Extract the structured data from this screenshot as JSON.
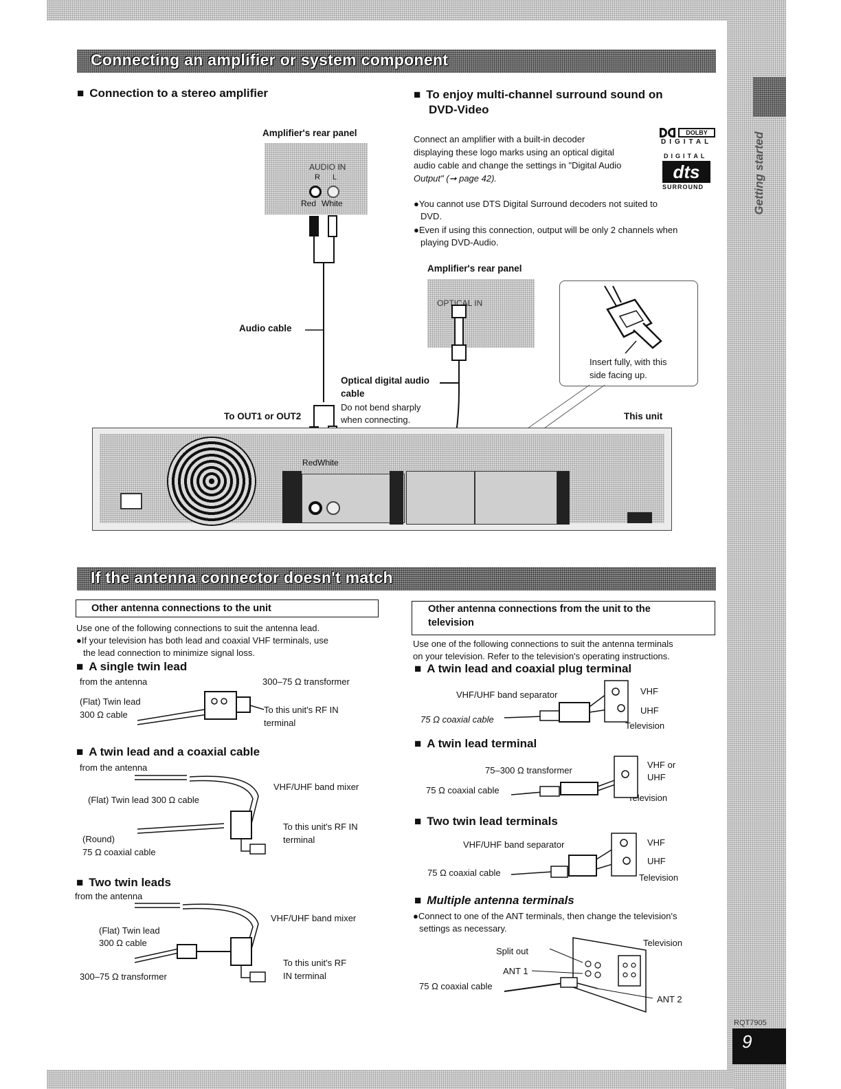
{
  "section1": {
    "banner": "Connecting an amplifier or system component",
    "stereo_heading": "Connection to a stereo amplifier",
    "amp_rear_panel": "Amplifier's rear panel",
    "audio_in": "AUDIO IN",
    "r": "R",
    "l": "L",
    "red": "Red",
    "white": "White",
    "audio_cable": "Audio cable",
    "to_out": "To OUT1 or OUT2",
    "optical_cable_line1": "Optical digital audio",
    "optical_cable_line2": "cable",
    "do_not_bend_line1": "Do not bend sharply",
    "do_not_bend_line2": "when connecting.",
    "this_unit": "This unit",
    "surround_heading_line1": "To enjoy multi-channel surround sound on",
    "surround_heading_line2": "DVD-Video",
    "surround_para": [
      "Connect an amplifier with a built-in decoder",
      "displaying these logo marks using an optical digital",
      "audio cable and change the settings in \"Digital Audio",
      "Output\" (➞ page 42)."
    ],
    "bullets": [
      [
        "You cannot use DTS Digital Surround decoders not suited to",
        "DVD."
      ],
      [
        "Even if using this connection, output will be only 2 channels when",
        "playing DVD-Audio."
      ]
    ],
    "amp_rear_panel_2": "Amplifier's rear panel",
    "optical_in": "OPTICAL IN",
    "insert_line1": "Insert fully, with this",
    "insert_line2": "side facing up.",
    "dolby_label": "DOLBY",
    "dolby_digital": "DIGITAL",
    "dts_top": "DIGITAL",
    "dts_mark": "dts",
    "dts_bottom": "SURROUND"
  },
  "section2": {
    "banner": "If the antenna connector doesn't match",
    "left_box": "Other antenna connections to the unit",
    "left_intro": "Use one of the following connections to suit the antenna lead.",
    "left_bullet_line1": "If your television has both lead and coaxial VHF terminals, use",
    "left_bullet_line2": "the lead connection to minimize signal loss.",
    "single_twin": {
      "heading": "A single twin lead",
      "from": "from the antenna",
      "flat1": "(Flat) Twin lead",
      "flat2": "300 Ω cable",
      "transformer": "300–75 Ω transformer",
      "rf1": "To this unit's RF IN",
      "rf2": "terminal"
    },
    "twin_coax": {
      "heading": "A twin lead and a coaxial cable",
      "from": "from the antenna",
      "flat": "(Flat) Twin lead 300 Ω cable",
      "mixer": "VHF/UHF band mixer",
      "rf1": "To this unit's RF IN",
      "rf2": "terminal",
      "round1": "(Round)",
      "round2": "75 Ω coaxial cable"
    },
    "two_twin": {
      "heading": "Two twin leads",
      "from": "from the antenna",
      "mixer": "VHF/UHF band mixer",
      "flat1": "(Flat) Twin lead",
      "flat2": "300 Ω cable",
      "transformer": "300–75 Ω transformer",
      "rf1": "To this unit's RF",
      "rf2": "IN terminal"
    },
    "right_box_line1": "Other antenna connections from the unit to the",
    "right_box_line2": "television",
    "right_intro_line1": "Use one of the following connections to suit the antenna terminals",
    "right_intro_line2": "on your television. Refer to the television's operating instructions.",
    "twin_coax_plug": {
      "heading": "A twin lead and coaxial plug terminal",
      "separator": "VHF/UHF band separator",
      "coax": "75 Ω coaxial cable",
      "vhf": "VHF",
      "uhf": "UHF",
      "tv": "Television"
    },
    "twin_terminal": {
      "heading": "A twin lead terminal",
      "transformer": "75–300 Ω transformer",
      "coax": "75 Ω coaxial cable",
      "vhf1": "VHF or",
      "vhf2": "UHF",
      "tv": "Television"
    },
    "two_twin_terminals": {
      "heading": "Two twin lead terminals",
      "separator": "VHF/UHF band separator",
      "coax": "75 Ω coaxial cable",
      "vhf": "VHF",
      "uhf": "UHF",
      "tv": "Television"
    },
    "multiple": {
      "heading": "Multiple antenna terminals",
      "bullet_line1": "Connect to one of the ANT terminals, then change the television's",
      "bullet_line2": "settings as necessary.",
      "tv": "Television",
      "split": "Split out",
      "ant1": "ANT 1",
      "coax": "75 Ω coaxial cable",
      "ant2": "ANT 2"
    }
  },
  "side_tab": "Getting started",
  "model_code": "RQT7905",
  "page_number": "9"
}
